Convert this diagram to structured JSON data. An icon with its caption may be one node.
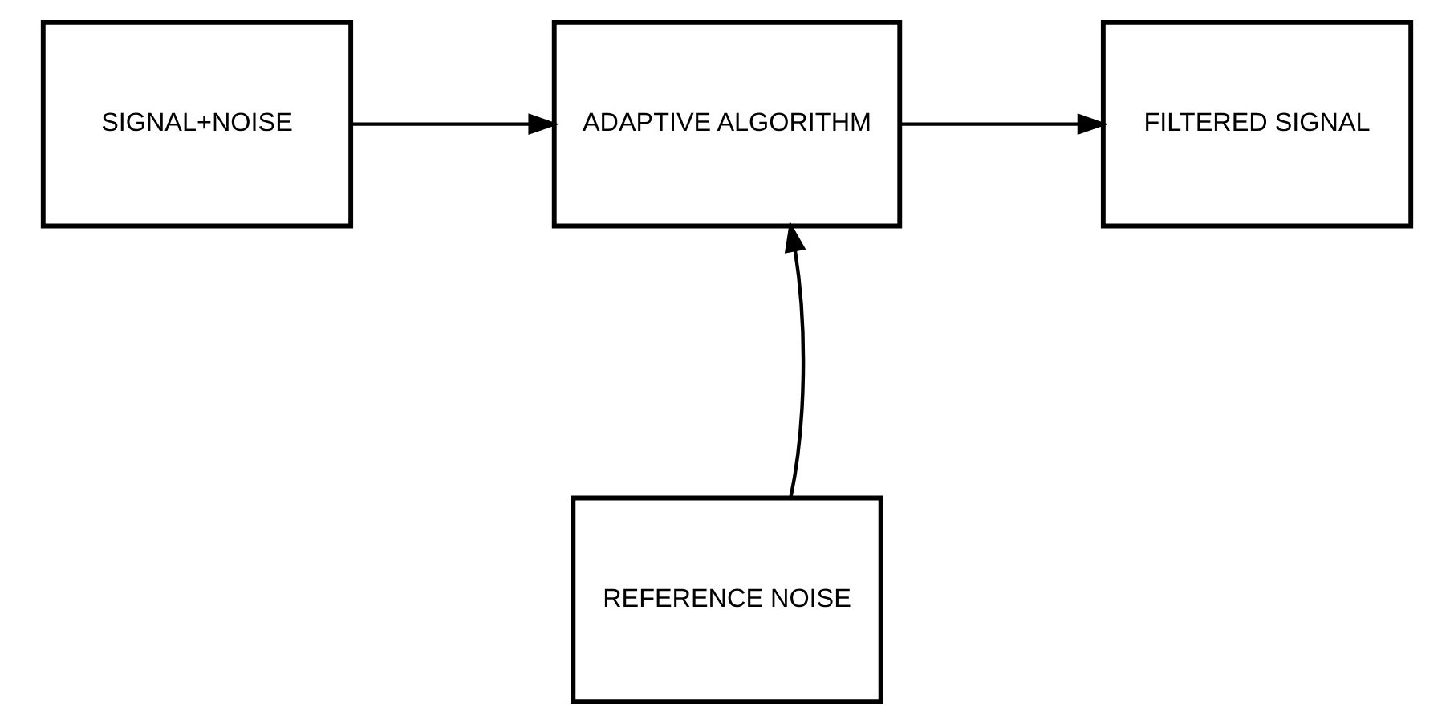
{
  "diagram": {
    "nodes": [
      {
        "text": [
          "SIGNAL+NOISE"
        ]
      },
      {
        "text": [
          "ADAPTIVE ALGORITHM"
        ]
      },
      {
        "text": [
          "FILTERED SIGNAL"
        ]
      },
      {
        "text": [
          "REFERENCE NOISE"
        ]
      }
    ],
    "edges": [
      {
        "from": 0,
        "to": 1,
        "arrow": "to"
      },
      {
        "from": 1,
        "to": 2,
        "arrow": "to"
      },
      {
        "from": 3,
        "to": 1,
        "arrow": "to"
      }
    ]
  }
}
